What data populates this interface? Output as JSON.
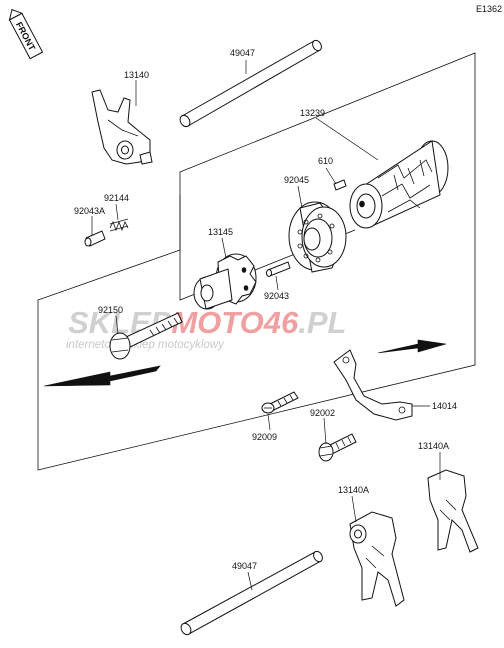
{
  "diagram": {
    "code": "E1362",
    "front_label": "FRONT",
    "watermark": {
      "grey_part": "SKLEP",
      "red_part": "MOTO46",
      "suffix": ".PL",
      "tagline": "internetowy sklep motocyklowy",
      "grey_color": "#d0d0d0",
      "red_color": "#f0a0a0"
    },
    "parts": [
      {
        "label": "49047"
      },
      {
        "label": "13140"
      },
      {
        "label": "13239"
      },
      {
        "label": "610"
      },
      {
        "label": "92045"
      },
      {
        "label": "92144"
      },
      {
        "label": "92043A"
      },
      {
        "label": "13145"
      },
      {
        "label": "92043"
      },
      {
        "label": "92150"
      },
      {
        "label": "14014"
      },
      {
        "label": "92002"
      },
      {
        "label": "92009"
      },
      {
        "label": "13140A"
      },
      {
        "label": "13140A"
      },
      {
        "label": "49047"
      }
    ]
  }
}
